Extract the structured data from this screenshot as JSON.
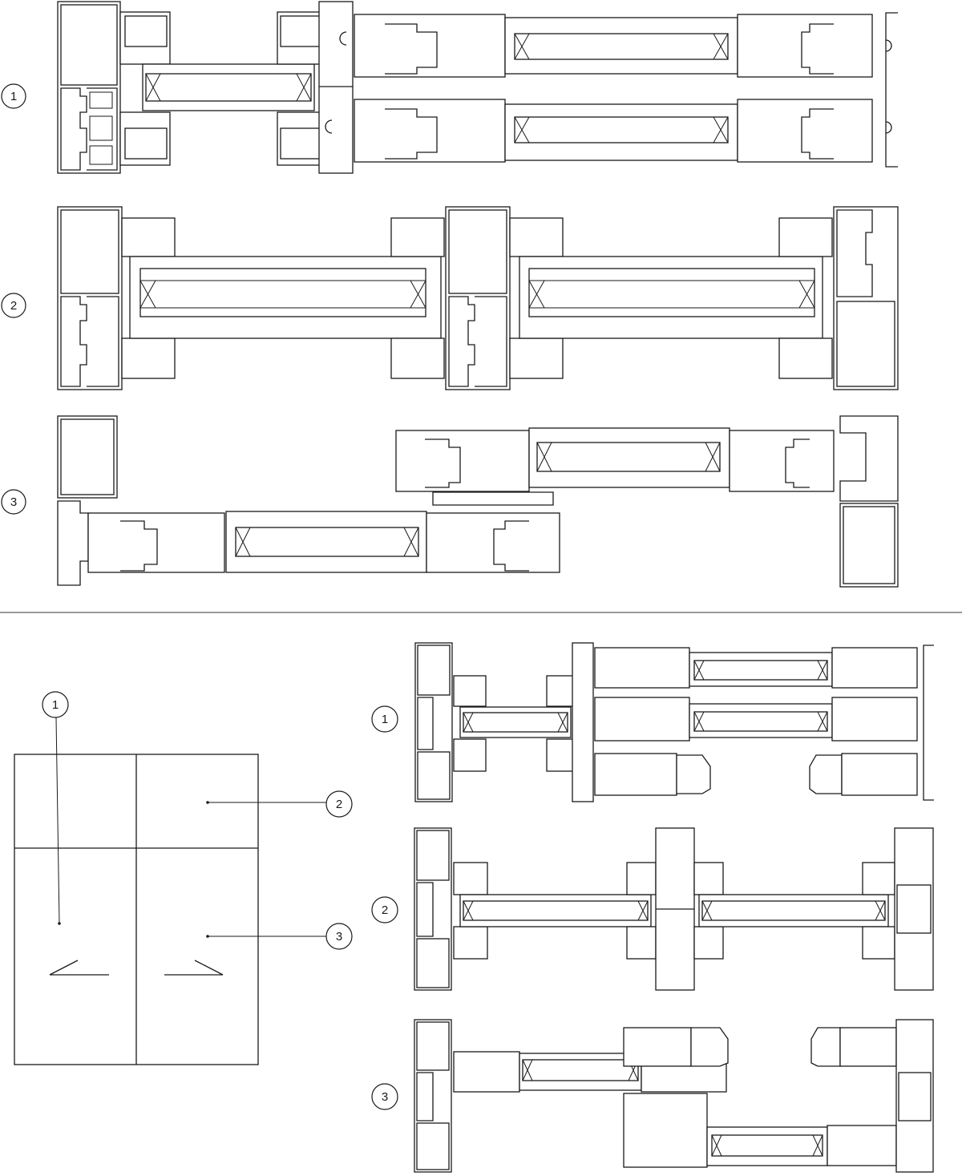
{
  "callouts": {
    "top_section": [
      "1",
      "2",
      "3"
    ],
    "elevation": [
      "1",
      "2",
      "3"
    ],
    "bottom_section": [
      "1",
      "2",
      "3"
    ]
  },
  "colors": {
    "line": "#1a1a1a",
    "background": "#ffffff"
  }
}
